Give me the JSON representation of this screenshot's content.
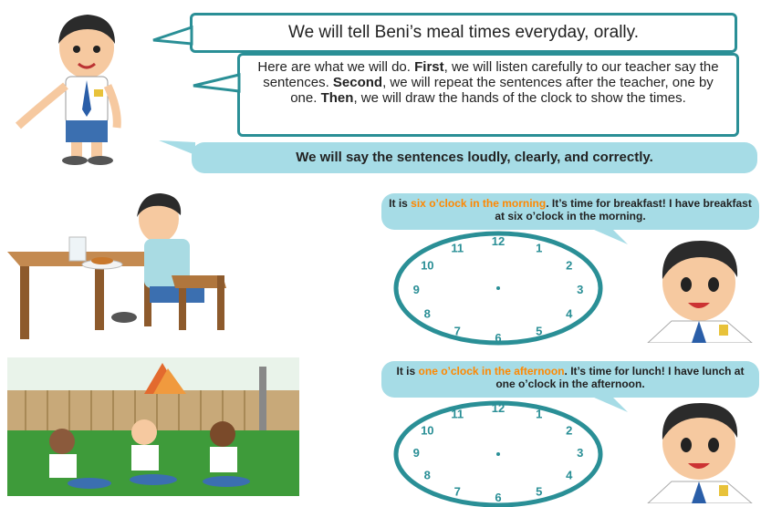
{
  "top": {
    "bubble1": "We will tell Beni’s meal times everyday, orally.",
    "bubble2": {
      "t1": "Here are what we will do. ",
      "first": "First",
      "t2": ", we will listen carefully to our teacher say the sentences. ",
      "second": "Second",
      "t3": ", we will repeat the sentences after the teacher, one by one. ",
      "then": "Then",
      "t4": ", we will draw the hands  of the clock to show the times."
    },
    "bubble3": "We will say the sentences loudly, clearly, and correctly."
  },
  "scene1": {
    "speech": {
      "a": "It is ",
      "time": "six o’clock in the morning",
      "b": ". It’s time for breakfast! I have breakfast at six o’clock in the morning."
    }
  },
  "scene2": {
    "speech": {
      "a": "It is ",
      "time": "one o’clock in the afternoon",
      "b": ". It’s time for lunch! I have lunch at one o’clock in the afternoon."
    }
  },
  "clock_numbers": [
    "12",
    "1",
    "2",
    "3",
    "4",
    "5",
    "6",
    "7",
    "8",
    "9",
    "10",
    "11"
  ],
  "colors": {
    "teal": "#2a8f96",
    "bubble_fill": "#a6dce6",
    "shirt": "#ffffff",
    "pants": "#3b6fb0"
  }
}
